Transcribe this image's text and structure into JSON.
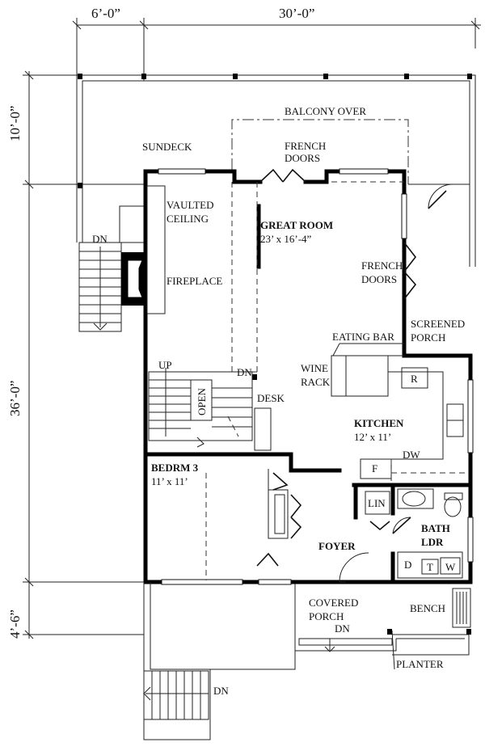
{
  "dimensions": {
    "top_left": "6’-0”",
    "top_right": "30’-0”",
    "left_top": "10’-0”",
    "left_middle": "36’-0”",
    "left_bottom": "4’-6”"
  },
  "labels": {
    "balcony_over": "BALCONY OVER",
    "sundeck": "SUNDECK",
    "french_doors_top_1": "FRENCH",
    "french_doors_top_2": "DOORS",
    "vaulted_1": "VAULTED",
    "vaulted_2": "CEILING",
    "dn_deck": "DN",
    "fireplace": "FIREPLACE",
    "great_room": "GREAT ROOM",
    "great_room_size": "23’ x 16’-4”",
    "french_doors_right_1": "FRENCH",
    "french_doors_right_2": "DOORS",
    "screened_1": "SCREENED",
    "screened_2": "PORCH",
    "eating_bar": "EATING BAR",
    "wine_1": "WINE",
    "wine_2": "RACK",
    "refrigerator": "R",
    "up": "UP",
    "dn_stair": "DN",
    "open": "OPEN",
    "desk": "DESK",
    "kitchen": "KITCHEN",
    "kitchen_size": "12’ x 11’",
    "bedroom": "BEDRM 3",
    "bedroom_size": "11’ x 11’",
    "freezer": "F",
    "dishwasher": "DW",
    "linen": "LIN",
    "bath": "BATH",
    "laundry": "LDR",
    "foyer": "FOYER",
    "dryer": "D",
    "tub": "T",
    "washer": "W",
    "covered_1": "COVERED",
    "covered_2": "PORCH",
    "dn_porch": "DN",
    "bench": "BENCH",
    "planter": "PLANTER",
    "dn_bottom": "DN"
  }
}
